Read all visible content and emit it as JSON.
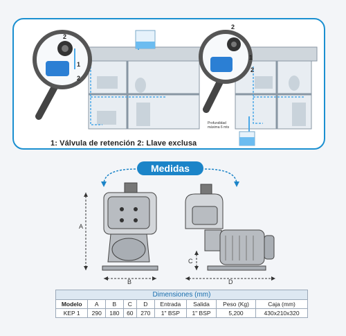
{
  "installation": {
    "legend": "1: Válvula de retención   2: Llave exclusa",
    "callouts": [
      "2",
      "1",
      "2",
      "2",
      "1",
      "2"
    ],
    "deep_well_note_line1": "Profundidad",
    "deep_well_note_line2": "máxima 6 mts"
  },
  "measures": {
    "badge": "Medidas",
    "dimension_letters": [
      "A",
      "B",
      "C",
      "D"
    ]
  },
  "dimensions_table": {
    "title": "Dimensiones (mm)",
    "headers": [
      "Modelo",
      "A",
      "B",
      "C",
      "D",
      "Entrada",
      "Salida",
      "Peso (Kg)",
      "Caja (mm)"
    ],
    "rows": [
      [
        "KEP 1",
        "290",
        "180",
        "60",
        "270",
        "1\" BSP",
        "1\" BSP",
        "5,200",
        "430x210x320"
      ]
    ]
  },
  "colors": {
    "accent_blue": "#1b84c8",
    "pump_blue": "#2b7fd4",
    "water_blue": "#4aa8e8"
  }
}
